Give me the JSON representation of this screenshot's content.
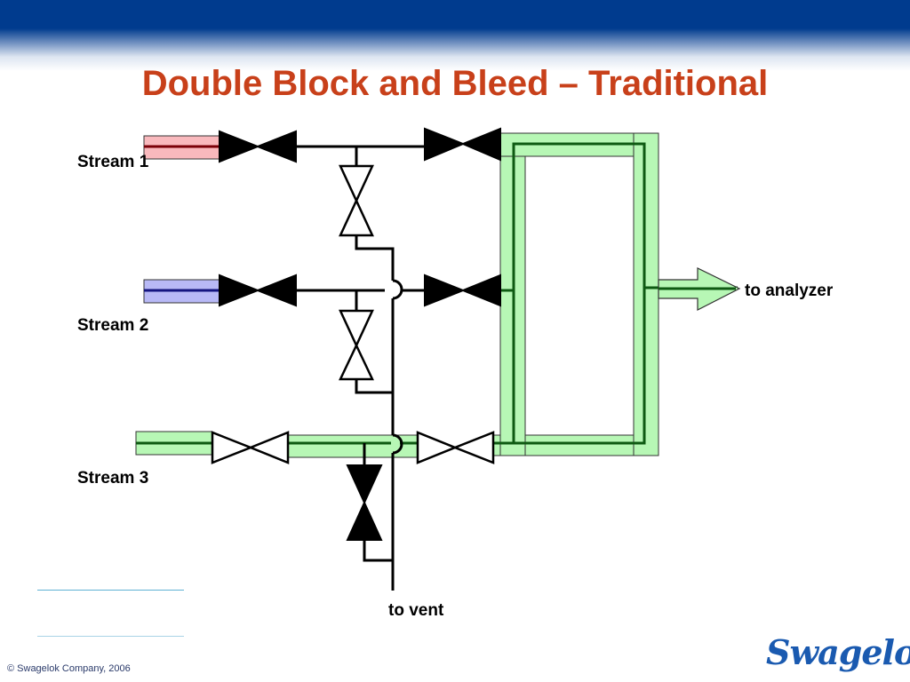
{
  "title": "Double Block and Bleed – Traditional",
  "labels": {
    "stream1": "Stream 1",
    "stream2": "Stream 2",
    "stream3": "Stream 3",
    "to_analyzer": "to analyzer",
    "to_vent": "to vent"
  },
  "footer": {
    "copyright": "© Swagelok Company, 2006",
    "logo": "Swagelok"
  },
  "colors": {
    "title": "#c8401a",
    "stream1": "#f9b9bd",
    "stream2": "#b8b9f6",
    "flow_highlight": "#b7f7b5",
    "top_band": "#003b8e"
  }
}
